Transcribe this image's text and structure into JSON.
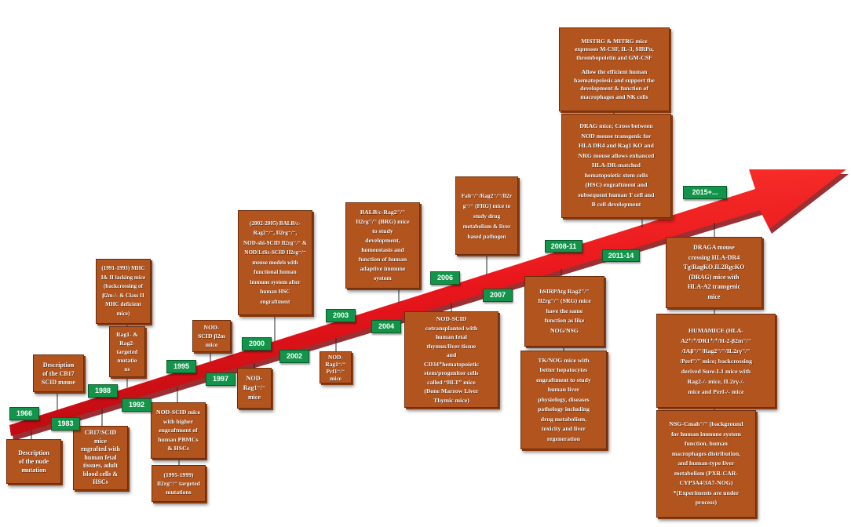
{
  "colors": {
    "arrow": "#e8161c",
    "box": "#b2541e",
    "year_label": "#12954a",
    "text": "#ffffff"
  },
  "years": [
    "1966",
    "1983",
    "1988",
    "1992",
    "1995",
    "1997",
    "2000",
    "2002",
    "2003",
    "2004",
    "2006",
    "2007",
    "2008-11",
    "2011-14",
    "2015+..."
  ],
  "boxes": [
    {
      "lines": [
        "Description",
        "of the nude",
        "mutation"
      ]
    },
    {
      "lines": [
        "Description",
        "of the CB17",
        "SCID mouse"
      ]
    },
    {
      "lines": [
        "CB17/SCID",
        "mice",
        "engrafted with",
        "human fetal",
        "tissues, adult",
        "blood cells &",
        "HSCs"
      ]
    },
    {
      "lines": [
        "(1991-1993) MHC",
        "I& II lacking mice",
        "(backcrossing of",
        "β2m-/- & Class II",
        "MHC deficient",
        "mice)"
      ]
    },
    {
      "lines": [
        "Rag1- &",
        "Rag2-",
        "targeted",
        "mutatio",
        "ns"
      ]
    },
    {
      "lines": [
        "NOD-SCID mice",
        "with higher",
        "engraftment of",
        "human PBMCs",
        "& HSCs"
      ]
    },
    {
      "lines": [
        "(1995-1999)",
        "Il2rg⁻/⁻ targeted",
        "mutations"
      ]
    },
    {
      "lines": [
        "NOD-",
        "SCID β2m",
        "mice"
      ]
    },
    {
      "lines": [
        "NOD-",
        "Rag1⁻/⁻",
        "mice"
      ]
    },
    {
      "lines": [
        "(2002-2005) BALB/c-",
        "Rag2⁻/⁻, Il2rg⁻/⁻,",
        "NOD-shi-SCID Il2rg⁻/⁻ &",
        "NOD/LtSz-SCID Il2rg⁻/⁻",
        "mouse models with",
        "functional human",
        "immune system after",
        "human HSC",
        "engraftment"
      ]
    },
    {
      "lines": [
        "NOD-",
        "Rag1⁻/⁻",
        "Prf1⁻/⁻",
        "mice"
      ]
    },
    {
      "lines": [
        "BALB/c-Rag2⁻/⁻",
        "Il2rg⁻/⁻ (BRG) mice",
        "to study",
        "development,",
        "homeostasis and",
        "function of human",
        "adaptive immune",
        "system"
      ]
    },
    {
      "lines": [
        "NOD-SCID",
        "cotransplanted with",
        "human fetal",
        "thymus/liver tissue",
        "and",
        "CD34⁺hematopoietic",
        "stem/progenitor cells",
        "called “BLT” mice",
        "(Bone Marrow Liver",
        "Thymic mice)"
      ]
    },
    {
      "lines": [
        "Fah⁻/⁻/Rag2⁻/⁻/Il2r",
        "g⁻/⁻ (FRG) mice to",
        "study drug",
        "metabolism & liver",
        "based pathogen"
      ]
    },
    {
      "lines": [
        "hSIRPAtg Rag2⁻/⁻",
        "Il2rg⁻/⁻ (SRG) mice",
        "have the same",
        "function as like",
        "NOG/NSG"
      ]
    },
    {
      "lines": [
        "TK/NOG mice with",
        "better hepatocytes",
        "engraftment to study",
        "human liver",
        "physiology, diseases",
        "pathology including",
        "drug metabolism,",
        "toxicity and liver",
        "regeneration"
      ]
    },
    {
      "lines": [
        "MISTRG & MITRG mice",
        "expresses M-CSF, IL-3, SIRPα,",
        "thrombopoietin and GM-CSF"
      ],
      "lines2": [
        "Allow the efficient human",
        "haematopoiesis and support the",
        "development & function of",
        "macrophages and NK cells"
      ]
    },
    {
      "lines": [
        "DRAG mice; Cross between",
        "NOD mouse transgenic for",
        "HLA DR4 and Rag1 KO and",
        "NRG mouse allows enhanced",
        "HLA-DR-matched",
        "hematopoietic stem cells",
        "(HSC) engraftment and",
        "subsequent human T cell and",
        "B cell development"
      ]
    },
    {
      "lines": [
        "DRAGA mouse",
        "crossing HLA-DR4",
        "Tg/RagKO.IL2RgcKO",
        "(DRAG) mice with",
        "HLA-A2 transgenic",
        "mice"
      ]
    },
    {
      "lines": [
        "HUMAMICE (HLA-",
        "A2⁺/⁺/DR1⁺/⁺/H-2-β2m⁻/⁻",
        "/IAβ⁻/⁻/Rag2⁻/⁻/IL2rγ⁻/⁻",
        "/Perf⁻/⁻ mice; backcrossing",
        "derived Sure-L1 mice with",
        "Rag2-/- mice, IL2rγ-/-",
        "mice and Perf-/- mice"
      ]
    },
    {
      "lines": [
        "NSG-Cmah⁻/⁻ (background",
        "for human immune system",
        "function, human",
        "macrophages distribution,",
        "and human-type liver",
        "metabolism (PXR-CAR-",
        "CYP3A4/3A7-NOG)",
        "*(Experiments are under",
        "process)"
      ]
    }
  ]
}
